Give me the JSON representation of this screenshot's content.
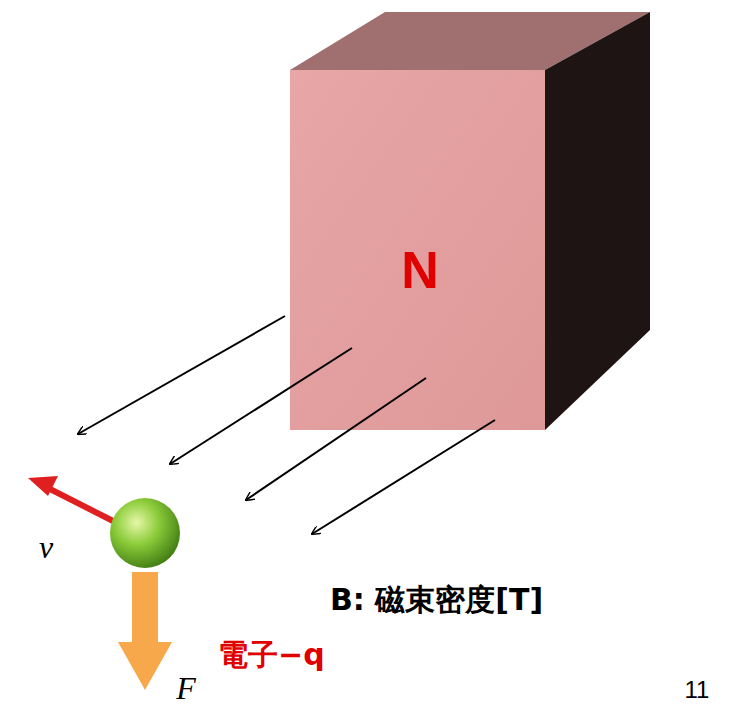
{
  "diagram": {
    "labels": [
      "N",
      "v",
      "B: 磁束密度[T]",
      "電子−q",
      "F",
      "11"
    ]
  }
}
